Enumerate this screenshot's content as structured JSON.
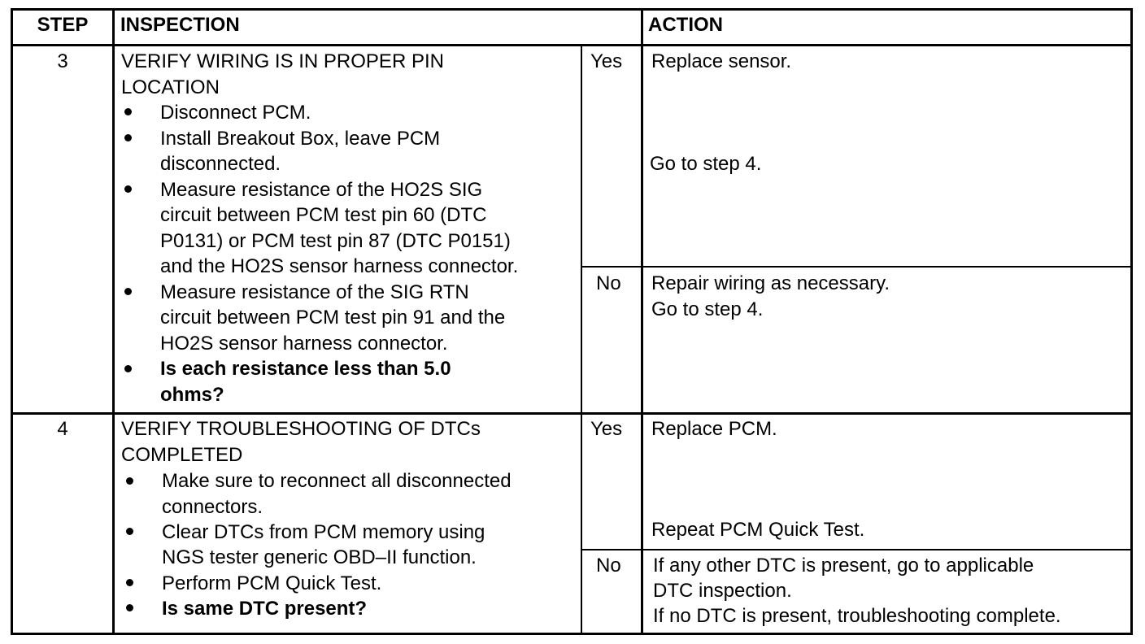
{
  "header": {
    "step": "STEP",
    "inspection": "INSPECTION",
    "action": "ACTION"
  },
  "rows": [
    {
      "step": "3",
      "title": [
        "VERIFY WIRING IS IN PROPER PIN",
        "LOCATION"
      ],
      "bullets": [
        {
          "lines": [
            "Disconnect PCM."
          ],
          "bold": false
        },
        {
          "lines": [
            "Install Breakout Box, leave PCM",
            "disconnected."
          ],
          "bold": false
        },
        {
          "lines": [
            "Measure resistance of the HO2S SIG",
            "circuit between PCM test pin 60 (DTC",
            "P0131) or PCM test pin 87 (DTC P0151)",
            "and the HO2S sensor harness connector."
          ],
          "bold": false
        },
        {
          "lines": [
            "Measure resistance of the SIG RTN",
            "circuit between PCM test pin 91 and the",
            "HO2S sensor harness connector."
          ],
          "bold": false
        },
        {
          "lines": [
            "Is each resistance less than 5.0",
            "ohms?"
          ],
          "bold": true
        }
      ],
      "yes_label": "Yes",
      "yes_action": [
        "Replace sensor.",
        "Go to step 4."
      ],
      "no_label": "No",
      "no_action": [
        "Repair wiring as necessary.",
        "Go to step 4."
      ]
    },
    {
      "step": "4",
      "title": [
        "VERIFY TROUBLESHOOTING OF DTCs",
        "COMPLETED"
      ],
      "bullets": [
        {
          "lines": [
            "Make sure to reconnect all disconnected",
            "connectors."
          ],
          "bold": false
        },
        {
          "lines": [
            "Clear DTCs from PCM memory using",
            "NGS tester generic OBD–II function."
          ],
          "bold": false
        },
        {
          "lines": [
            "Perform PCM Quick Test."
          ],
          "bold": false
        },
        {
          "lines": [
            "Is same DTC  present?"
          ],
          "bold": true
        }
      ],
      "yes_label": "Yes",
      "yes_action": [
        "Replace PCM.",
        "Repeat PCM Quick Test."
      ],
      "no_label": "No",
      "no_action": [
        "If any other DTC is present, go to applicable",
        "DTC inspection.",
        "If no DTC is present, troubleshooting complete."
      ]
    }
  ]
}
